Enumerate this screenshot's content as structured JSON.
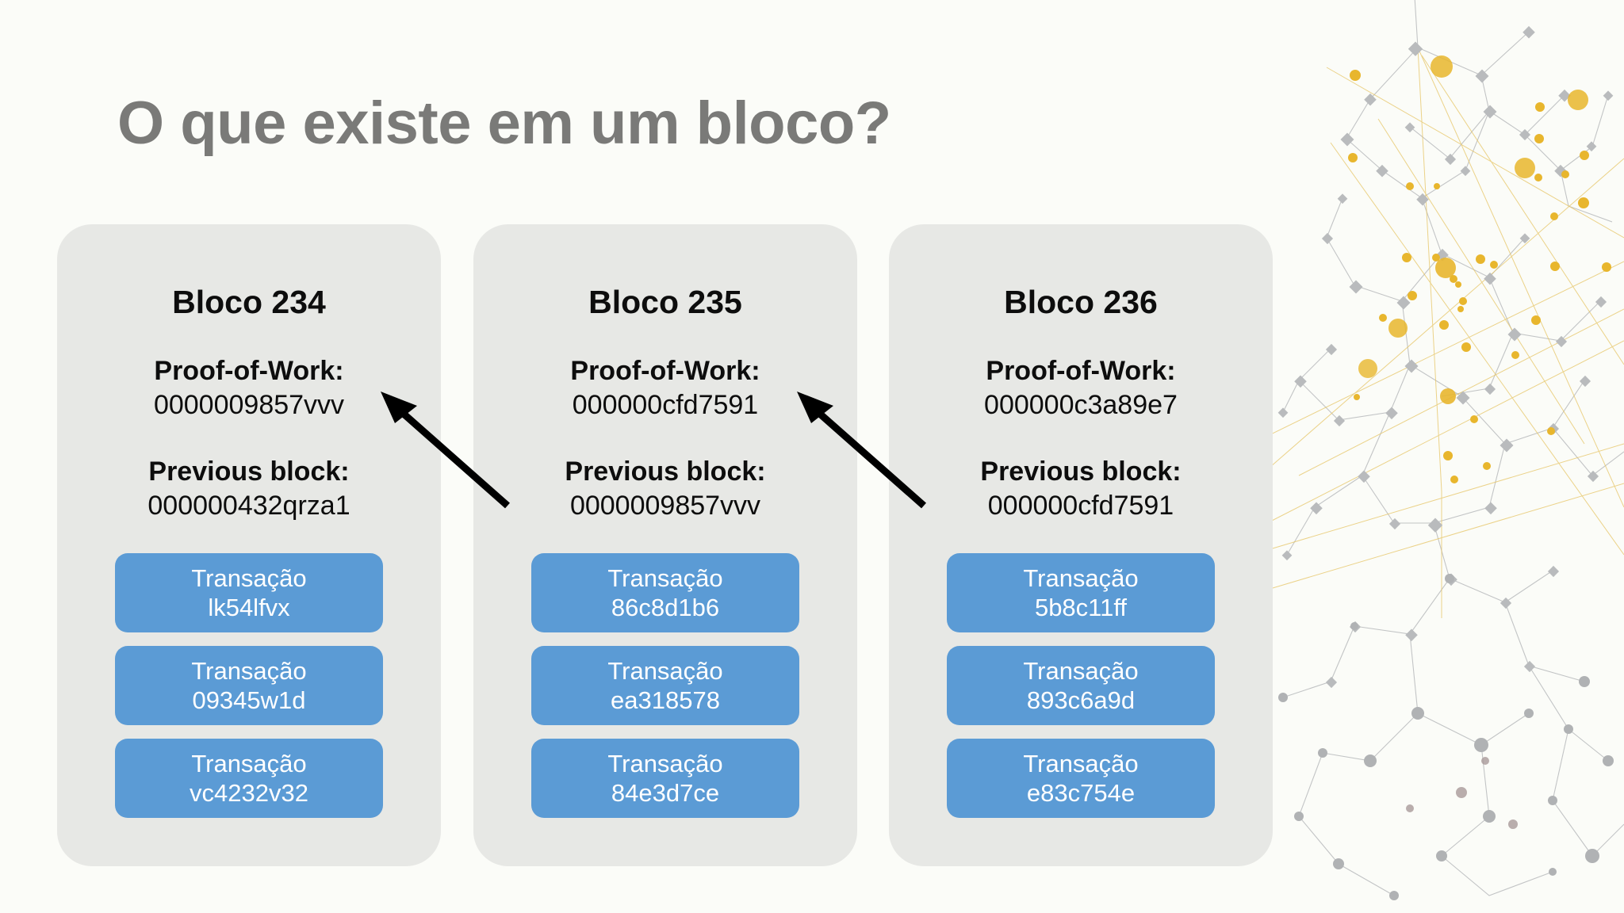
{
  "slide": {
    "title": "O que existe em um bloco?",
    "background_color": "#fbfcf8",
    "title_color": "#7a7a78",
    "card_color": "#e7e8e5",
    "pill_color": "#5b9bd5",
    "arrow_color": "#000000",
    "accent_color": "#e8b62d"
  },
  "labels": {
    "proof_of_work": "Proof-of-Work:",
    "previous_block": "Previous block:",
    "transaction": "Transação"
  },
  "blocks": [
    {
      "title": "Bloco 234",
      "proof_of_work_label": "Proof-of-Work:",
      "proof_of_work_value": "0000009857vvv",
      "previous_block_label": "Previous block:",
      "previous_block_value": "000000432qrza1",
      "transactions": [
        {
          "label": "Transação",
          "hash": "lk54lfvx"
        },
        {
          "label": "Transação",
          "hash": "09345w1d"
        },
        {
          "label": "Transação",
          "hash": "vc4232v32"
        }
      ]
    },
    {
      "title": "Bloco 235",
      "proof_of_work_label": "Proof-of-Work:",
      "proof_of_work_value": "000000cfd7591",
      "previous_block_label": "Previous block:",
      "previous_block_value": "0000009857vvv",
      "transactions": [
        {
          "label": "Transação",
          "hash": "86c8d1b6"
        },
        {
          "label": "Transação",
          "hash": "ea318578"
        },
        {
          "label": "Transação",
          "hash": "84e3d7ce"
        }
      ]
    },
    {
      "title": "Bloco 236",
      "proof_of_work_label": "Proof-of-Work:",
      "proof_of_work_value": "000000c3a89e7",
      "previous_block_label": "Previous block:",
      "previous_block_value": "000000cfd7591",
      "transactions": [
        {
          "label": "Transação",
          "hash": "5b8c11ff"
        },
        {
          "label": "Transação",
          "hash": "893c6a9d"
        },
        {
          "label": "Transação",
          "hash": "e83c754e"
        }
      ]
    }
  ],
  "arrows": [
    {
      "name": "arrow-235-to-234"
    },
    {
      "name": "arrow-236-to-235"
    }
  ],
  "decoration": {
    "name": "network-graphic"
  }
}
